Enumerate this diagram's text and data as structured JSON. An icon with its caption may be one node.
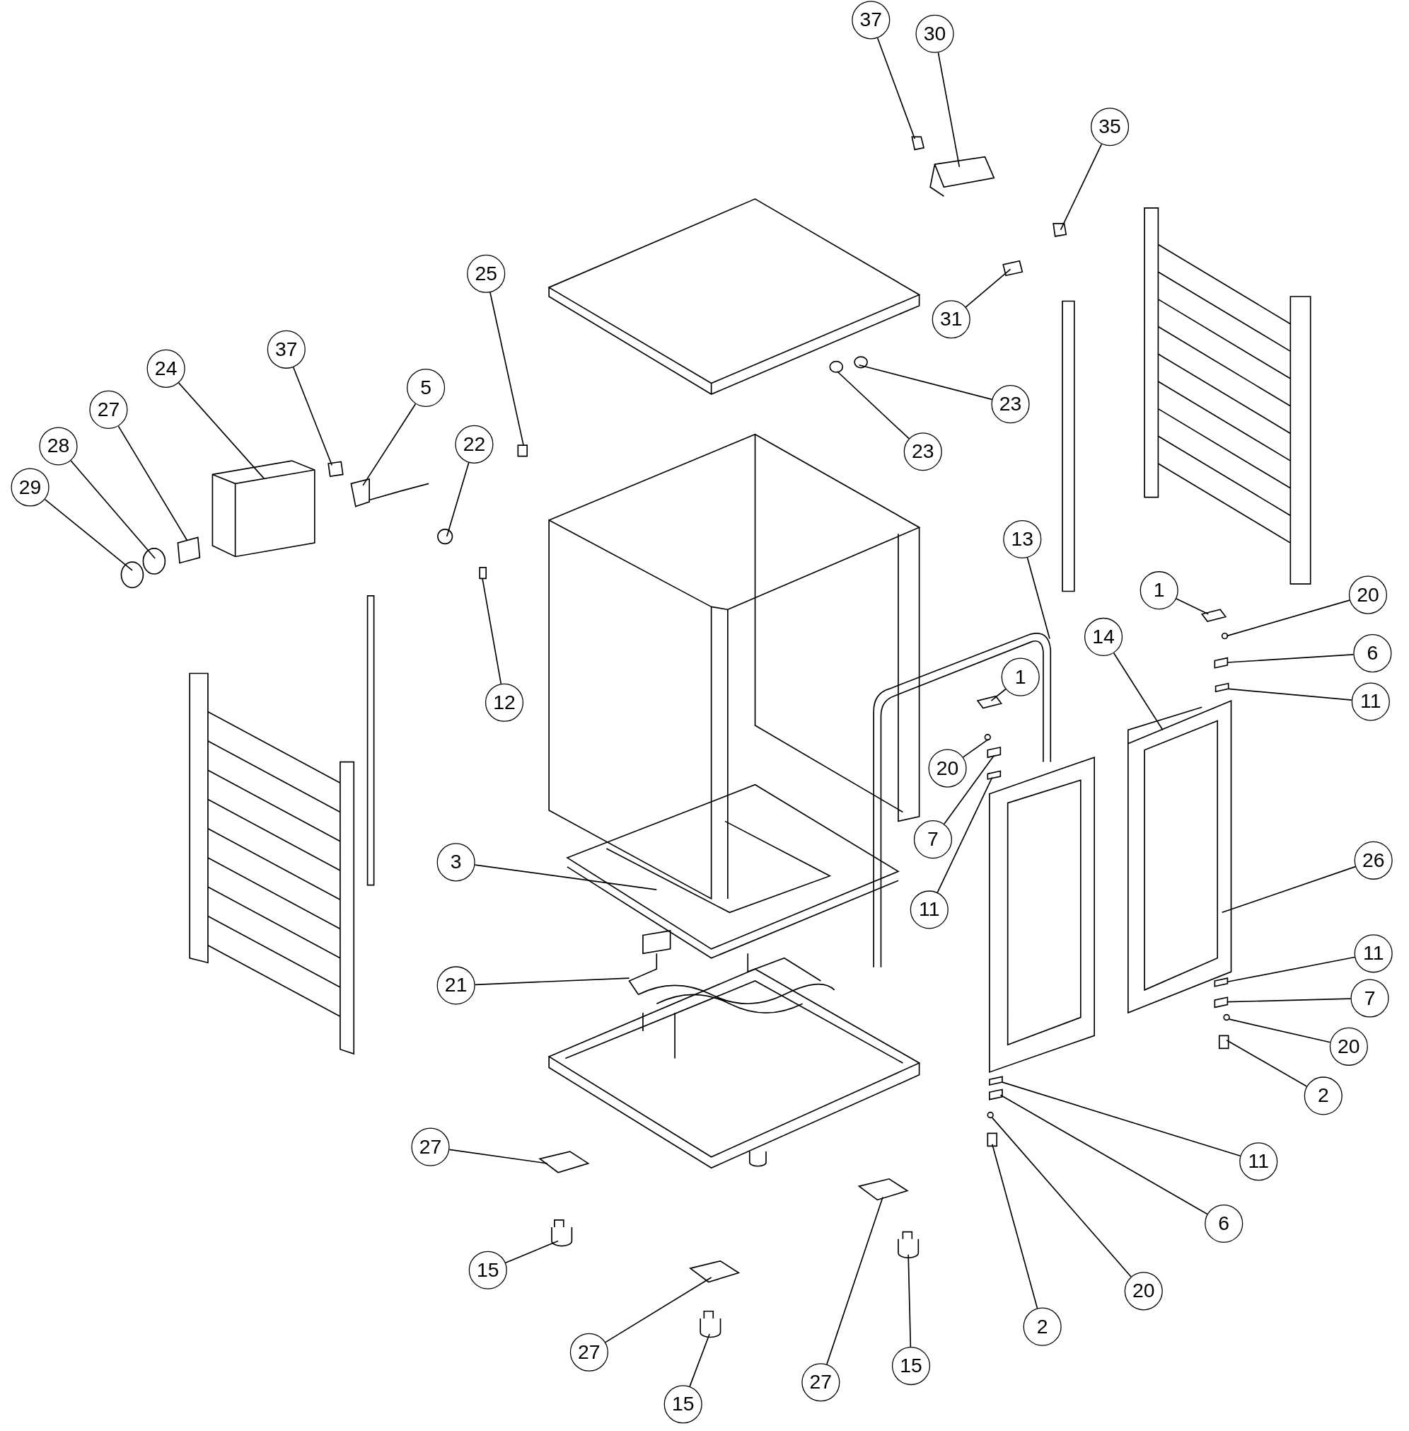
{
  "diagram": {
    "nodes": [
      {
        "text": [
          "37"
        ]
      },
      {
        "text": [
          "30"
        ]
      },
      {
        "text": [
          "35"
        ]
      },
      {
        "text": [
          "25"
        ]
      },
      {
        "text": [
          "31"
        ]
      },
      {
        "text": [
          "23"
        ]
      },
      {
        "text": [
          "37"
        ]
      },
      {
        "text": [
          "24"
        ]
      },
      {
        "text": [
          "5"
        ]
      },
      {
        "text": [
          "22"
        ]
      },
      {
        "text": [
          "27"
        ]
      },
      {
        "text": [
          "28"
        ]
      },
      {
        "text": [
          "29"
        ]
      },
      {
        "text": [
          "23"
        ]
      },
      {
        "text": [
          "13"
        ]
      },
      {
        "text": [
          "1"
        ]
      },
      {
        "text": [
          "20"
        ]
      },
      {
        "text": [
          "14"
        ]
      },
      {
        "text": [
          "6"
        ]
      },
      {
        "text": [
          "1"
        ]
      },
      {
        "text": [
          "11"
        ]
      },
      {
        "text": [
          "12"
        ]
      },
      {
        "text": [
          "20"
        ]
      },
      {
        "text": [
          "7"
        ]
      },
      {
        "text": [
          "26"
        ]
      },
      {
        "text": [
          "3"
        ]
      },
      {
        "text": [
          "11"
        ]
      },
      {
        "text": [
          "11"
        ]
      },
      {
        "text": [
          "21"
        ]
      },
      {
        "text": [
          "7"
        ]
      },
      {
        "text": [
          "20"
        ]
      },
      {
        "text": [
          "2"
        ]
      },
      {
        "text": [
          "27"
        ]
      },
      {
        "text": [
          "11"
        ]
      },
      {
        "text": [
          "6"
        ]
      },
      {
        "text": [
          "15"
        ]
      },
      {
        "text": [
          "20"
        ]
      },
      {
        "text": [
          "2"
        ]
      },
      {
        "text": [
          "27"
        ]
      },
      {
        "text": [
          "27"
        ]
      },
      {
        "text": [
          "15"
        ]
      },
      {
        "text": [
          "15"
        ]
      }
    ],
    "edges": [
      {
        "from": 0,
        "to": null,
        "arrow": "none"
      },
      {
        "from": 1,
        "to": null,
        "arrow": "none"
      },
      {
        "from": 2,
        "to": null,
        "arrow": "none"
      },
      {
        "from": 3,
        "to": null,
        "arrow": "none"
      },
      {
        "from": 4,
        "to": null,
        "arrow": "none"
      },
      {
        "from": 5,
        "to": null,
        "arrow": "none"
      },
      {
        "from": 6,
        "to": null,
        "arrow": "none"
      },
      {
        "from": 7,
        "to": null,
        "arrow": "none"
      },
      {
        "from": 8,
        "to": null,
        "arrow": "none"
      },
      {
        "from": 9,
        "to": null,
        "arrow": "none"
      },
      {
        "from": 10,
        "to": null,
        "arrow": "none"
      },
      {
        "from": 11,
        "to": null,
        "arrow": "none"
      },
      {
        "from": 12,
        "to": null,
        "arrow": "none"
      },
      {
        "from": 13,
        "to": null,
        "arrow": "none"
      },
      {
        "from": 14,
        "to": null,
        "arrow": "none"
      },
      {
        "from": 15,
        "to": null,
        "arrow": "none"
      },
      {
        "from": 16,
        "to": null,
        "arrow": "none"
      },
      {
        "from": 17,
        "to": null,
        "arrow": "none"
      },
      {
        "from": 18,
        "to": null,
        "arrow": "none"
      },
      {
        "from": 19,
        "to": null,
        "arrow": "none"
      },
      {
        "from": 20,
        "to": null,
        "arrow": "none"
      },
      {
        "from": 21,
        "to": null,
        "arrow": "none"
      },
      {
        "from": 22,
        "to": null,
        "arrow": "none"
      },
      {
        "from": 23,
        "to": null,
        "arrow": "none"
      },
      {
        "from": 24,
        "to": null,
        "arrow": "none"
      },
      {
        "from": 25,
        "to": null,
        "arrow": "none"
      },
      {
        "from": 26,
        "to": null,
        "arrow": "none"
      },
      {
        "from": 27,
        "to": null,
        "arrow": "none"
      },
      {
        "from": 28,
        "to": null,
        "arrow": "none"
      },
      {
        "from": 29,
        "to": null,
        "arrow": "none"
      },
      {
        "from": 30,
        "to": null,
        "arrow": "none"
      },
      {
        "from": 31,
        "to": null,
        "arrow": "none"
      },
      {
        "from": 32,
        "to": null,
        "arrow": "none"
      },
      {
        "from": 33,
        "to": null,
        "arrow": "none"
      },
      {
        "from": 34,
        "to": null,
        "arrow": "none"
      },
      {
        "from": 35,
        "to": null,
        "arrow": "none"
      },
      {
        "from": 36,
        "to": null,
        "arrow": "none"
      },
      {
        "from": 37,
        "to": null,
        "arrow": "none"
      },
      {
        "from": 38,
        "to": null,
        "arrow": "none"
      },
      {
        "from": 39,
        "to": null,
        "arrow": "none"
      },
      {
        "from": 40,
        "to": null,
        "arrow": "none"
      },
      {
        "from": 41,
        "to": null,
        "arrow": "none"
      }
    ]
  }
}
